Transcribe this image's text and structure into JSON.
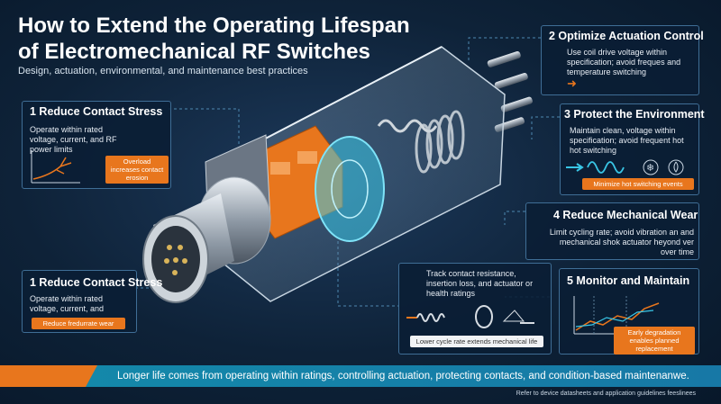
{
  "header": {
    "title_line1": "How to Extend the Operating Lifespan",
    "title_line2": "of Electromechanical RF Switches",
    "subtitle": "Design, actuation, environmental, and maintenance best practices"
  },
  "cards": {
    "reduce_stress_top": {
      "title": "1 Reduce Contact Stress",
      "text": "Operate within rated voltage, current, and RF power limits",
      "badge": "Overload increases contact erosion"
    },
    "optimize_actuation": {
      "title": "2 Optimize Actuation Control",
      "text": "Use coil drive voltage within specification; avoid freques and temperature switching"
    },
    "protect_env": {
      "title": "3 Protect the Environment",
      "text": "Maintain clean, voltage within specification; avoid frequent hot hot switching",
      "badge": "Minimize hot switching events"
    },
    "mechanical_wear": {
      "title": "4 Reduce Mechanical Wear",
      "text": "Limit cycling rate; avoid vibration an and mechanical shok actuator heyond ver over time"
    },
    "reduce_stress_bottom": {
      "title": "1 Reduce Contact Stress",
      "text": "Operate within rated voltage, current, and",
      "badge": "Reduce fredurrate wear"
    },
    "track": {
      "text": "Track contact resistance, insertion loss, and actuator or health ratings",
      "badge": "Lower cycle rate extends mechanical life"
    },
    "monitor": {
      "title": "5 Monitor and Maintain",
      "badge": "Early degradation enables planned replacement"
    }
  },
  "footer": {
    "text": "Longer life comes from operating within ratings, controlling actuation, protecting contacts, and condition-based maintenanwe.",
    "note": "Refer to device datasheets and application guidelines feeslinees"
  },
  "colors": {
    "accent": "#e8761d",
    "teal": "#138aaa",
    "panel": "#0a1e34",
    "border": "#3f6e96",
    "cyan": "#39c6e6"
  },
  "icons": [
    "arrow-right-icon",
    "wave-icon",
    "snowflake-icon",
    "flame-icon",
    "spring-icon",
    "coil-icon",
    "rf-connector-icon"
  ]
}
